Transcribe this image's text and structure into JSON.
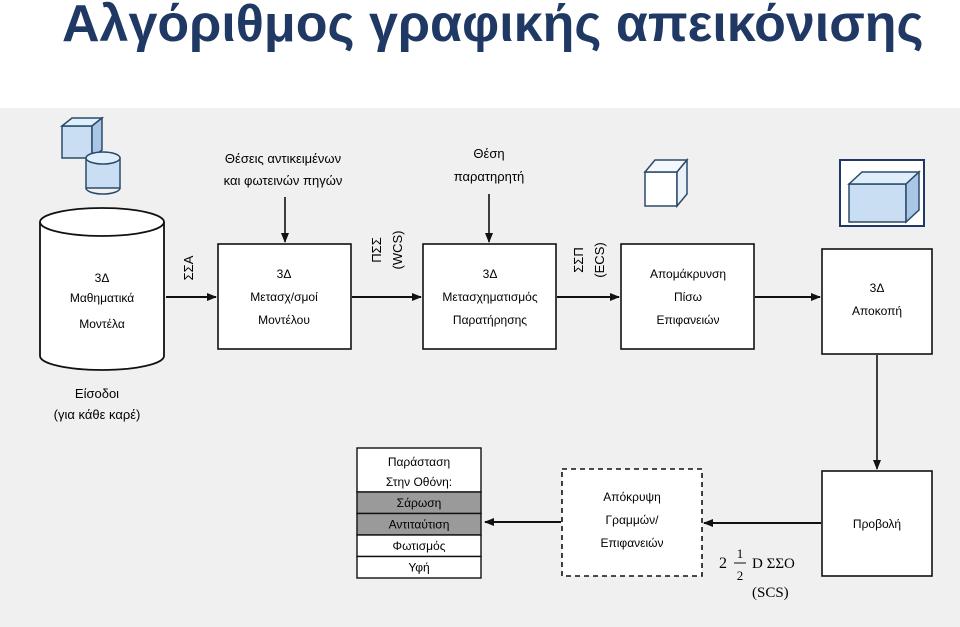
{
  "title": "Αλγόριθμος γραφικής απεικόνισης",
  "colors": {
    "title": "#1f3864",
    "cube_fill": "#c9def2",
    "cube_stroke": "#2a4a6a",
    "panel": "#f0f0f0",
    "row_gray": "#9a9a9a"
  },
  "inputs": {
    "cylinder_lines": [
      "3Δ",
      "Μαθηματικά",
      "Μοντέλα"
    ],
    "cylinder_caption": [
      "Είσοδοι",
      "(για κάθε καρέ)"
    ],
    "top_label_1": [
      "Θέσεις αντικειμένων",
      "και φωτεινών πηγών"
    ],
    "top_label_2": [
      "Θέση",
      "παρατηρητή"
    ]
  },
  "boxes": {
    "model_transform": [
      "3Δ",
      "Μετασχ/σμοί",
      "Μοντέλου"
    ],
    "view_transform": [
      "3Δ",
      "Μετασχηματισμός",
      "Παρατήρησης"
    ],
    "backface_removal": [
      "Απομάκρυνση",
      "Πίσω",
      "Επιφανειών"
    ],
    "clipping": [
      "3Δ",
      "Αποκοπή"
    ],
    "projection": [
      "Προβολή"
    ],
    "hidden_surfaces": [
      "Απόκρυψη",
      "Γραμμών/",
      "Επιφανειών"
    ]
  },
  "coord_labels": {
    "ssa": "ΣΣΑ",
    "pss_1": "ΠΣΣ",
    "pss_2": "(WCS)",
    "ssp_1": "ΣΣΠ",
    "ssp_2": "(ECS)",
    "dsso_line": "2",
    "dsso_frac_top": "1",
    "dsso_frac_bottom": "2",
    "dsso_text": "D ΣΣΟ",
    "scs": "(SCS)"
  },
  "screen_table": {
    "header": [
      "Παράσταση",
      "Στην Οθόνη:"
    ],
    "rows": [
      {
        "label": "Σάρωση",
        "shaded": true
      },
      {
        "label": "Αντιταύτιση",
        "shaded": true
      },
      {
        "label": "Φωτισμός",
        "shaded": false
      },
      {
        "label": "Υφή",
        "shaded": false
      }
    ]
  }
}
